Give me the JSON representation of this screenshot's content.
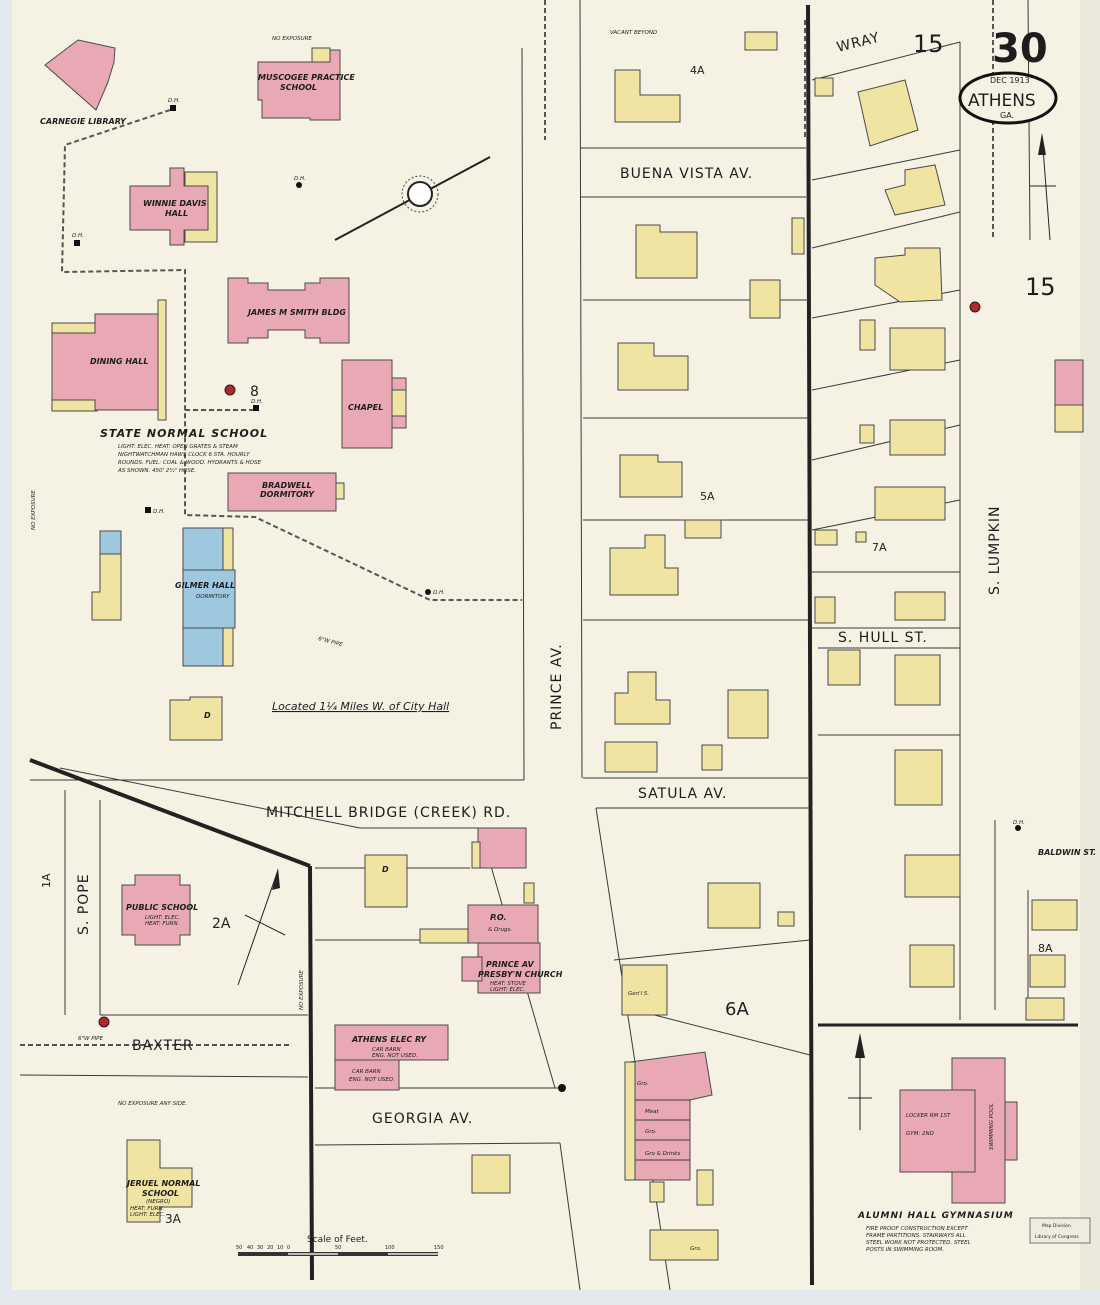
{
  "sheet": {
    "number": "30",
    "city": "ATHENS",
    "state": "GA.",
    "date": "DEC 1913",
    "adjoining_sheets": [
      "15",
      "15"
    ],
    "stamp": [
      "Map Division",
      "Library of Congress"
    ]
  },
  "streets": {
    "wray": "WRAY",
    "buena_vista": "BUENA VISTA   AV.",
    "prince": "PRINCE   AV.",
    "satula": "SATULA     AV.",
    "mitchell": "MITCHELL BRIDGE (CREEK) RD.",
    "s_pope": "S. POPE",
    "baxter": "BAXTER",
    "georgia": "GEORGIA    AV.",
    "s_lumpkin": "S. LUMPKIN",
    "s_hull": "S. HULL    ST.",
    "baldwin": "BALDWIN ST."
  },
  "block_labels": [
    "4A",
    "5A",
    "6A",
    "7A",
    "8A",
    "2A",
    "3A",
    "1A",
    "8"
  ],
  "buildings": {
    "carnegie": "CARNEGIE LIBRARY",
    "muscogee": [
      "MUSCOGEE PRACTICE",
      "SCHOOL"
    ],
    "winnie": [
      "WINNIE DAVIS",
      "HALL"
    ],
    "james": "JAMES M SMITH BLDG",
    "dining": "DINING HALL",
    "chapel": "CHAPEL",
    "bradwell": [
      "BRADWELL",
      "DORMITORY"
    ],
    "gilmer": [
      "GILMER HALL",
      "DORMITORY"
    ],
    "public_school": [
      "PUBLIC SCHOOL",
      "LIGHT: ELEC.",
      "HEAT: FURN."
    ],
    "po": [
      "P.O.",
      "& Drugs."
    ],
    "church": [
      "PRINCE AV",
      "PRESBY'N CHURCH",
      "HEAT: STOVE",
      "LIGHT: ELEC."
    ],
    "elec": [
      "ATHENS ELEC RY",
      "CAR BARN",
      "ENG. NOT USED.",
      "CAR BARN",
      "ENG. NOT USED."
    ],
    "jeruel": [
      "JERUEL NORMAL",
      "SCHOOL",
      "(NEGRO)",
      "HEAT: FURN.",
      "LIGHT: ELEC."
    ],
    "gym": [
      "ALUMNI HALL GYMNASIUM",
      "LOCKER RM 1ST",
      "GYM: 2ND",
      "SWIMMING POOL"
    ],
    "gen_s": "Gen'l S.",
    "grocery": [
      "Gro.",
      "Meat",
      "Gro.",
      "Gro & Drinks",
      "Gro."
    ],
    "dwelling": "D"
  },
  "notes": {
    "state_normal": "STATE   NORMAL   SCHOOL",
    "state_normal_desc": [
      "LIGHT: ELEC. HEAT: OPEN GRATES & STEAM",
      "NIGHTWATCHMAN HAWS CLOCK 6 STA. HOURLY",
      "ROUNDS. FUEL: COAL & WOOD. HYDRANTS & HOSE",
      "AS SHOWN. 450' 2½\" HOSE."
    ],
    "located": "Located 1¼ Miles W. of City Hall",
    "no_exposure": "NO EXPOSURE",
    "no_exposure_any": "NO EXPOSURE ANY SIDE.",
    "vacant_beyond": "VACANT BEYOND",
    "gym_desc": [
      "FIRE PROOF CONSTRUCTION EXCEPT",
      "FRAME PARTITIONS. STAIRWAYS ALL",
      "STEEL WORK NOT PROTECTED. STEEL",
      "POSTS IN SWIMMING ROOM."
    ],
    "pipe": "6\"W PIPE",
    "dh": "D.H."
  },
  "scale": {
    "title": "Scale of Feet.",
    "ticks": [
      "50",
      "40",
      "30",
      "20",
      "10",
      "0",
      "50",
      "100",
      "150"
    ]
  },
  "colors": {
    "brick": "#e8a9b5",
    "frame": "#efe4a2",
    "stone": "#9ec7e0",
    "paper": "#f5f2e4"
  }
}
